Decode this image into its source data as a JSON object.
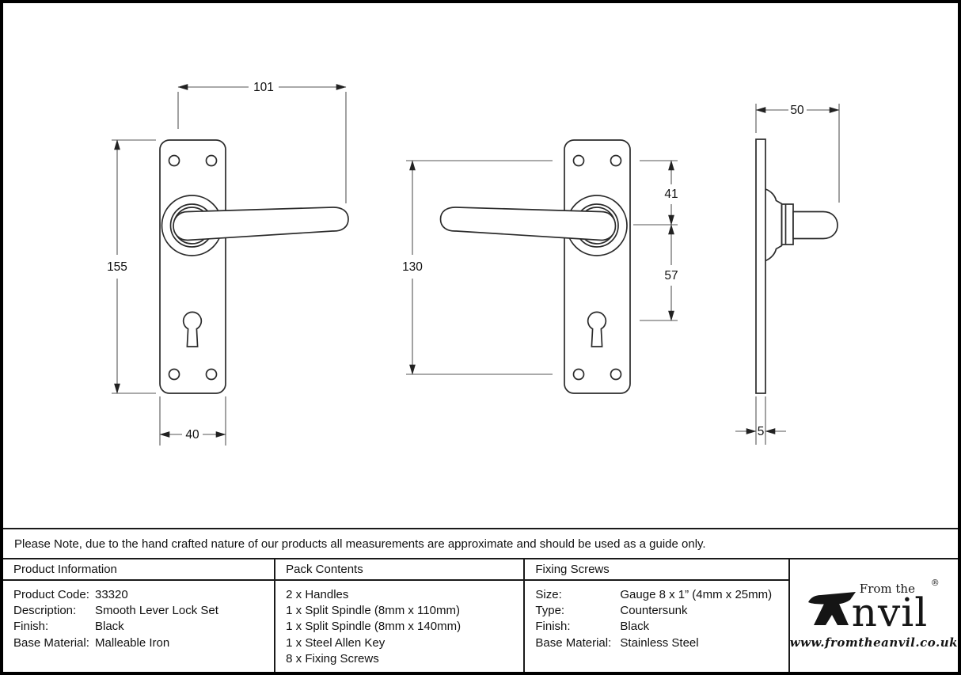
{
  "note": {
    "text": "Please Note, due to the hand crafted nature of our products all measurements are approximate and should be used as a guide only."
  },
  "dims": {
    "lever_length": "101",
    "plate_height": "155",
    "plate_width": "40",
    "fixing_centres": "130",
    "plate_top_to_spindle": "41",
    "spindle_to_keyhole": "57",
    "projection": "50",
    "plate_thickness": "5"
  },
  "table": {
    "product_information": {
      "title": "Product Information",
      "rows": [
        {
          "label": "Product Code:",
          "value": "33320"
        },
        {
          "label": "Description:",
          "value": "Smooth Lever Lock Set"
        },
        {
          "label": "Finish:",
          "value": "Black"
        },
        {
          "label": "Base Material:",
          "value": "Malleable Iron"
        }
      ]
    },
    "pack_contents": {
      "title": "Pack Contents",
      "items": [
        "2 x Handles",
        "1 x Split Spindle (8mm x 110mm)",
        "1 x Split Spindle (8mm x 140mm)",
        "1 x Steel Allen Key",
        "8 x Fixing Screws"
      ]
    },
    "fixing_screws": {
      "title": "Fixing Screws",
      "rows": [
        {
          "label": "Size:",
          "value": "Gauge 8 x 1” (4mm x 25mm)"
        },
        {
          "label": "Type:",
          "value": "Countersunk"
        },
        {
          "label": "Finish:",
          "value": "Black"
        },
        {
          "label": "Base Material:",
          "value": "Stainless Steel"
        }
      ]
    }
  },
  "logo": {
    "prefix": "From the",
    "name": "nvil",
    "reg": "®",
    "website": "www.fromtheanvil.co.uk"
  }
}
